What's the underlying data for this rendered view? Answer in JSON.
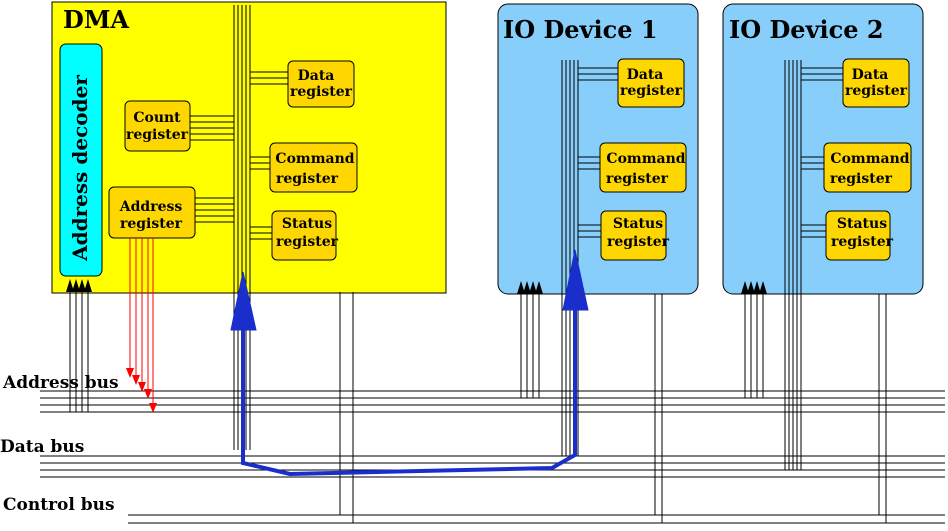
{
  "dma": {
    "title": "DMA",
    "address_decoder": "Address decoder",
    "count_register": [
      "Count",
      "register"
    ],
    "address_register": [
      "Address",
      "register"
    ],
    "data_register": [
      "Data",
      "register"
    ],
    "command_register": [
      "Command",
      "register"
    ],
    "status_register": [
      "Status",
      "register"
    ]
  },
  "io1": {
    "title": "IO Device 1",
    "data_register": [
      "Data",
      "register"
    ],
    "command_register": [
      "Command",
      "register"
    ],
    "status_register": [
      "Status",
      "register"
    ]
  },
  "io2": {
    "title": "IO Device 2",
    "data_register": [
      "Data",
      "register"
    ],
    "command_register": [
      "Command",
      "register"
    ],
    "status_register": [
      "Status",
      "register"
    ]
  },
  "buses": {
    "address": "Address bus",
    "data": "Data bus",
    "control": "Control bus"
  },
  "colors": {
    "dma_fill": "#ffff00",
    "device_fill": "#87cefa",
    "register_fill": "#ffd700",
    "decoder_fill": "#00ffff",
    "transfer_path": "#1a2ecc",
    "address_signal": "#ff0000"
  }
}
